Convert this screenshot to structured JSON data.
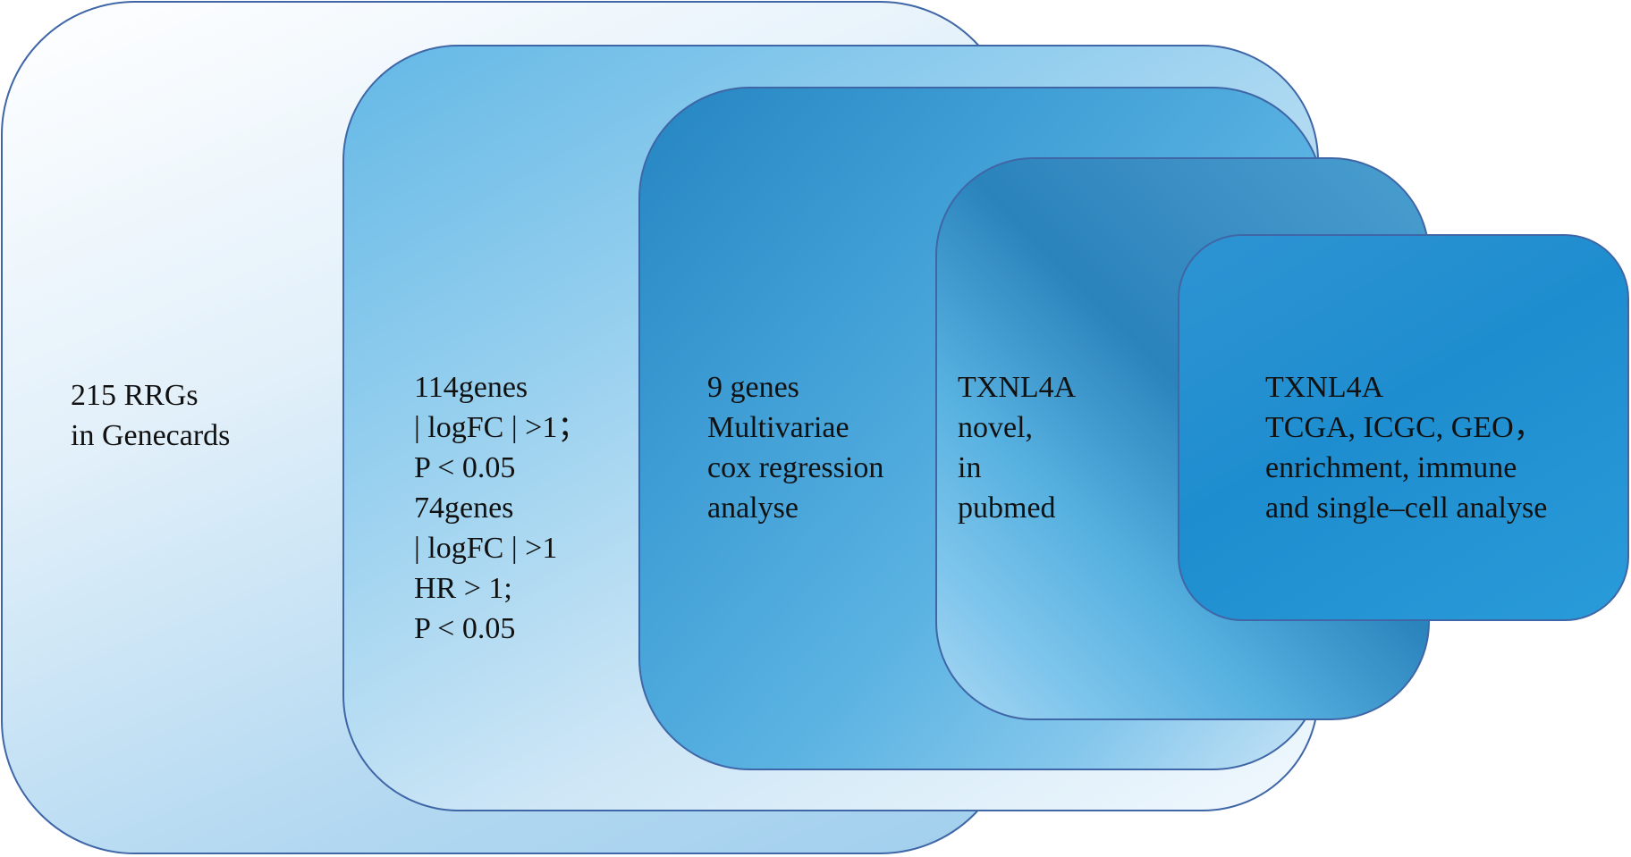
{
  "diagram": {
    "stages": [
      {
        "lines": [
          "215 RRGs",
          "in Genecards"
        ]
      },
      {
        "lines": [
          "114genes",
          "| logFC | >1；",
          "P < 0.05",
          "74genes",
          "| logFC | >1",
          "HR > 1;",
          "P < 0.05"
        ]
      },
      {
        "lines": [
          "9 genes",
          "Multivariae",
          "cox regression",
          "analyse"
        ]
      },
      {
        "lines": [
          "TXNL4A",
          "novel,",
          "in",
          "pubmed"
        ]
      },
      {
        "lines": [
          "TXNL4A",
          "TCGA, ICGC, GEO，",
          "enrichment, immune",
          "and single–cell analyse"
        ]
      }
    ],
    "colors": {
      "border": "#3f66a6",
      "stage1_fill": "#e2f0fa",
      "stage2_fill": "#9ad1ef",
      "stage3_fill": "#3f9ed5",
      "stage4_fill": "#2b83bc",
      "stage5_fill": "#1e8dcf",
      "text": "#111111"
    }
  }
}
